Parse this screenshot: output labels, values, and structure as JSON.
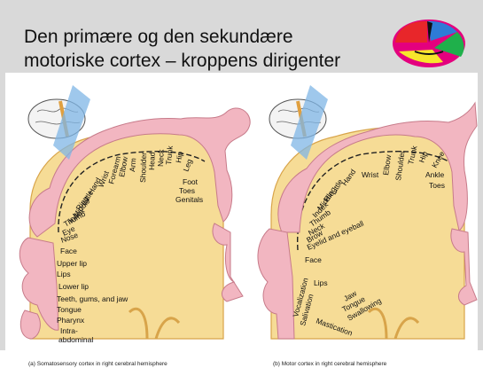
{
  "slide": {
    "title_line1": "Den primære og den sekundære",
    "title_line2": "motoriske cortex – kroppens dirigenter",
    "logo_icon": "brain-lobes-icon",
    "colors": {
      "background": "#d9d9d9",
      "cortex": "#f6dc96",
      "body_homunculus": "#f2b6c1"
    }
  },
  "sensory": {
    "caption": "(a) Somatosensory cortex in right cerebral hemisphere",
    "labels": [
      "Toes",
      "Genitals",
      "Foot",
      "Leg",
      "Hip",
      "Trunk",
      "Neck",
      "Head",
      "Shoulder",
      "Arm",
      "Elbow",
      "Forearm",
      "Wrist",
      "Hand",
      "Little",
      "Ring",
      "Middle",
      "Index",
      "Thumb",
      "Eye",
      "Nose",
      "Face",
      "Upper lip",
      "Lips",
      "Lower lip",
      "Teeth, gums, and jaw",
      "Tongue",
      "Pharynx",
      "Intra-",
      "abdominal"
    ]
  },
  "motor": {
    "caption": "(b) Motor cortex in right cerebral hemisphere",
    "labels": [
      "Toes",
      "Ankle",
      "Knee",
      "Hip",
      "Trunk",
      "Shoulder",
      "Elbow",
      "Wrist",
      "Hand",
      "Little",
      "Ring",
      "Middle",
      "Index",
      "Thumb",
      "Neck",
      "Brow",
      "Eyelid and eyeball",
      "Face",
      "Lips",
      "Jaw",
      "Tongue",
      "Swallowing",
      "Mastication",
      "Salivation",
      "Vocalization"
    ]
  }
}
